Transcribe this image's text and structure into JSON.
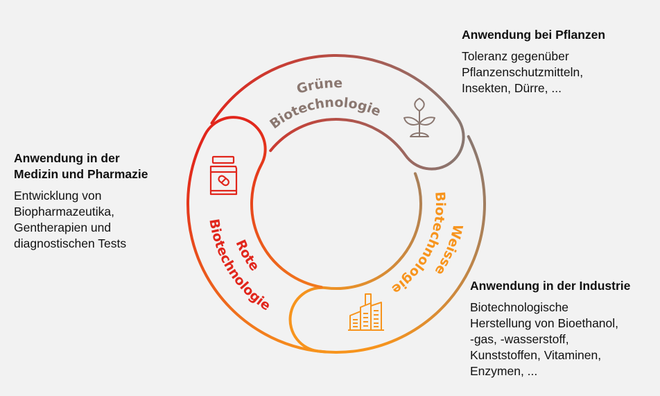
{
  "colors": {
    "red": "#e1261c",
    "orange": "#f7941d",
    "brown": "#8a7770",
    "background": "#f2f2f2"
  },
  "segments": [
    {
      "id": "gruene",
      "line1": "Grüne",
      "line2": "Biotechnologie",
      "icon": "plant-icon",
      "color": "#8a7770"
    },
    {
      "id": "weisse",
      "line1": "Weisse",
      "line2": "Biotechnologie",
      "icon": "factory-icon",
      "color": "#f7941d"
    },
    {
      "id": "rote",
      "line1": "Rote",
      "line2": "Biotechnologie",
      "icon": "medicine-bottle-icon",
      "color": "#e1261c"
    }
  ],
  "blocks": {
    "pflanzen": {
      "title": "Anwendung bei Pflanzen",
      "lines": [
        "Toleranz gegenüber",
        "Pflanzenschutzmitteln,",
        "Insekten, Dürre, ..."
      ]
    },
    "medizin": {
      "title_lines": [
        "Anwendung in der",
        "Medizin und Pharmazie"
      ],
      "lines": [
        "Entwicklung von",
        "Biopharmazeutika,",
        "Gentherapien und",
        "diagnostischen Tests"
      ]
    },
    "industrie": {
      "title": "Anwendung in der Industrie",
      "lines": [
        "Biotechnologische",
        "Herstellung von Bioethanol,",
        "-gas, -wasserstoff,",
        "Kunststoffen, Vitaminen,",
        "Enzymen, ..."
      ]
    }
  }
}
